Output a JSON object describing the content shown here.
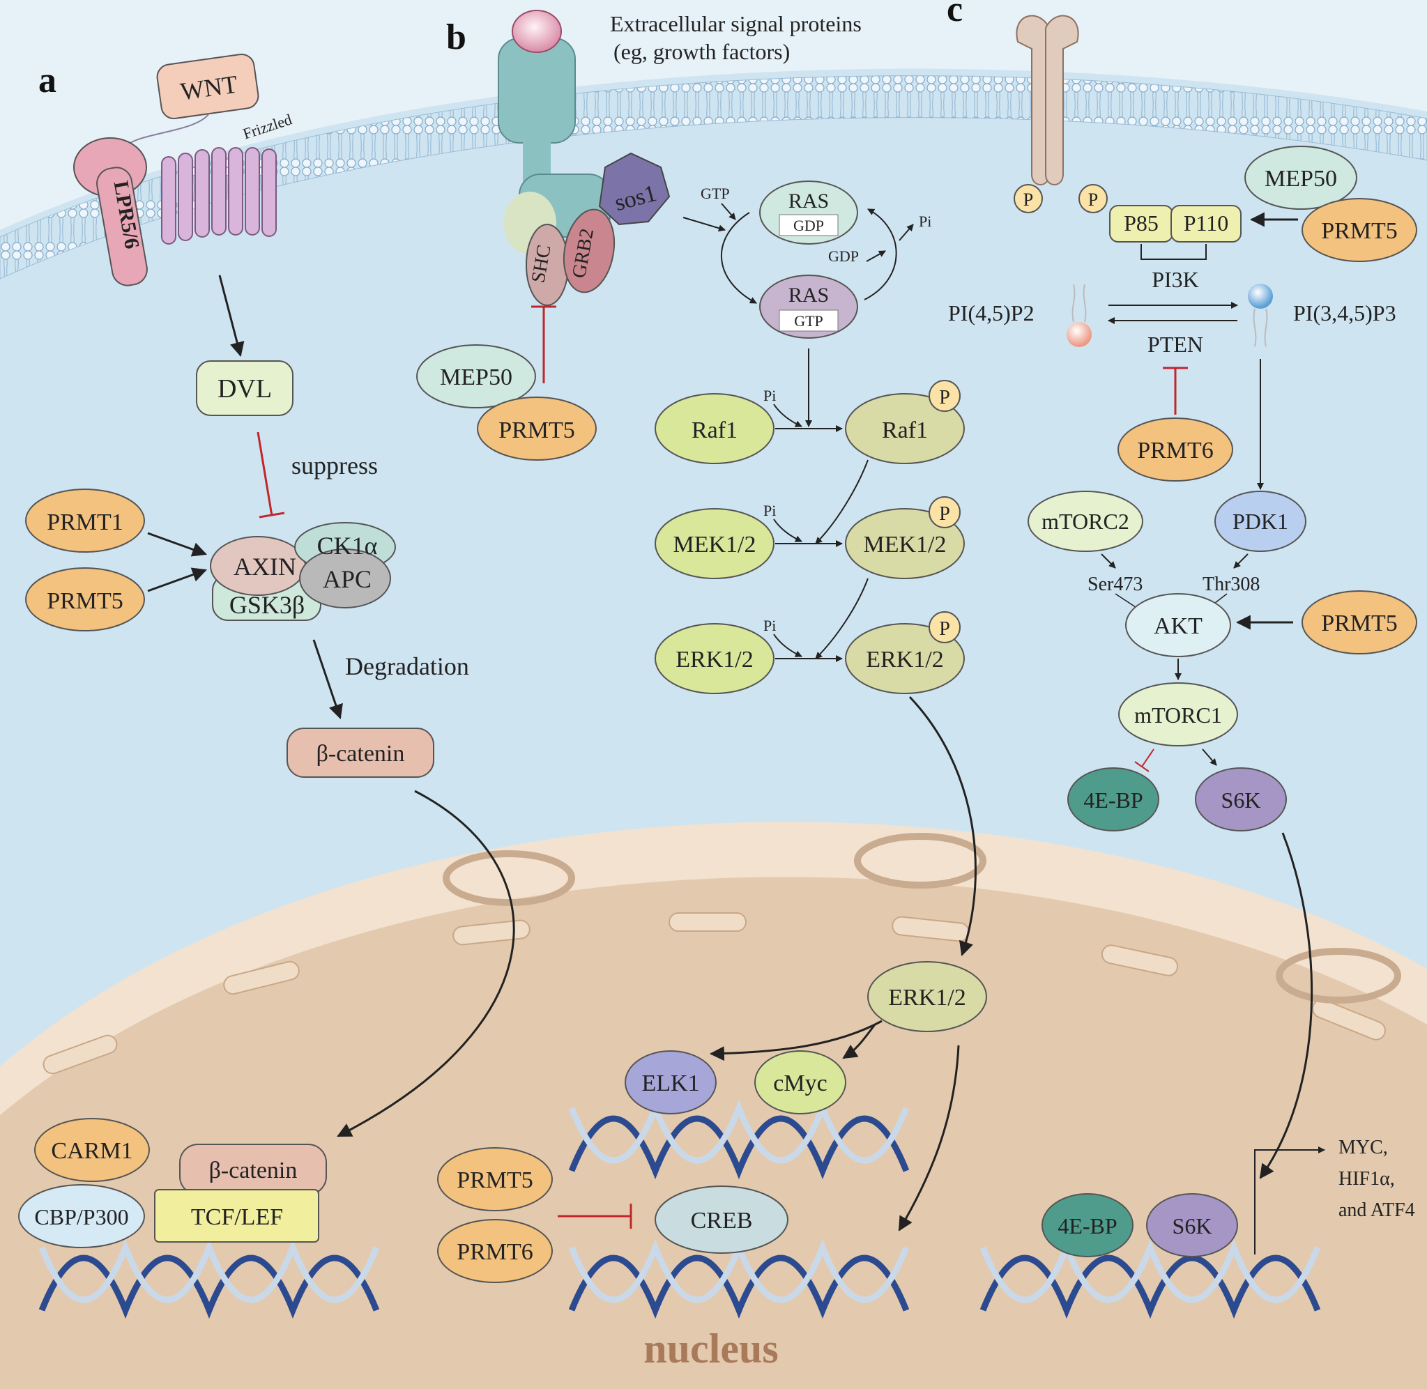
{
  "panels": {
    "a": "a",
    "b": "b",
    "c": "c"
  },
  "labels": {
    "wnt": "WNT",
    "frizzled": "Frizzled",
    "lpr": "LPR5/6",
    "dvl": "DVL",
    "suppress": "suppress",
    "prmt1": "PRMT1",
    "prmt5": "PRMT5",
    "prmt6": "PRMT6",
    "axin": "AXIN",
    "ck1a": "CK1α",
    "apc": "APC",
    "gsk3b": "GSK3β",
    "degradation": "Degradation",
    "beta_catenin": "β-catenin",
    "extracellular_1": "Extracellular signal proteins",
    "extracellular_2": "(eg, growth factors)",
    "sos1": "sos1",
    "shc": "SHC",
    "grb2": "GRB2",
    "mep50": "MEP50",
    "ras": "RAS",
    "gdp": "GDP",
    "gtp": "GTP",
    "pi": "Pi",
    "raf1": "Raf1",
    "mek12": "MEK1/2",
    "erk12": "ERK1/2",
    "p": "P",
    "p85": "P85",
    "p110": "P110",
    "pi3k": "PI3K",
    "pip2": "PI(4,5)P2",
    "pip3": "PI(3,4,5)P3",
    "pten": "PTEN",
    "mtorc2": "mTORC2",
    "pdk1": "PDK1",
    "ser473": "Ser473",
    "thr308": "Thr308",
    "akt": "AKT",
    "mtorc1": "mTORC1",
    "ebp": "4E-BP",
    "s6k": "S6K",
    "carm1": "CARM1",
    "cbp": "CBP/P300",
    "tcf": "TCF/LEF",
    "elk1": "ELK1",
    "cmyc": "cMyc",
    "creb": "CREB",
    "targets_1": "MYC,",
    "targets_2": "HIF1α,",
    "targets_3": "and ATF4",
    "nucleus": "nucleus"
  },
  "colors": {
    "cytoplasm": "#cfe4f1",
    "membrane_head": "#e8f2fa",
    "nucleus_fill": "#e2c9ad",
    "nucleus_rim": "#f3e3d0",
    "prmt": "#f3c27f",
    "mep50": "#cfe8e0",
    "green_node": "#d8e79a",
    "phospho_node": "#d9dba6",
    "dna_blue": "#2c4a8f",
    "inhibit": "#c0262c",
    "nucleus_text": "#a87a5a"
  }
}
